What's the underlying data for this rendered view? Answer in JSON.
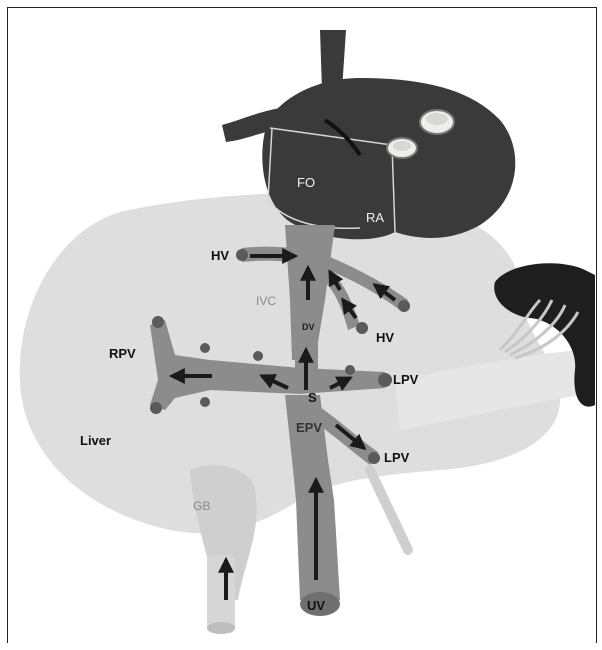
{
  "labels": {
    "fo": "FO",
    "ra": "RA",
    "hv_left": "HV",
    "hv_right": "HV",
    "ivc": "IVC",
    "dv": "DV",
    "rpv": "RPV",
    "lpv_upper": "LPV",
    "lpv_lower": "LPV",
    "s": "S",
    "epv": "EPV",
    "liver": "Liver",
    "gb": "GB",
    "uv": "UV"
  },
  "colors": {
    "liver": "#dedede",
    "vessel": "#8c8c8c",
    "vessel_dark": "#5a5a5a",
    "heart": "#3a3a3a",
    "spleen": "#1e1e1e",
    "arrow": "#1a1a1a"
  }
}
